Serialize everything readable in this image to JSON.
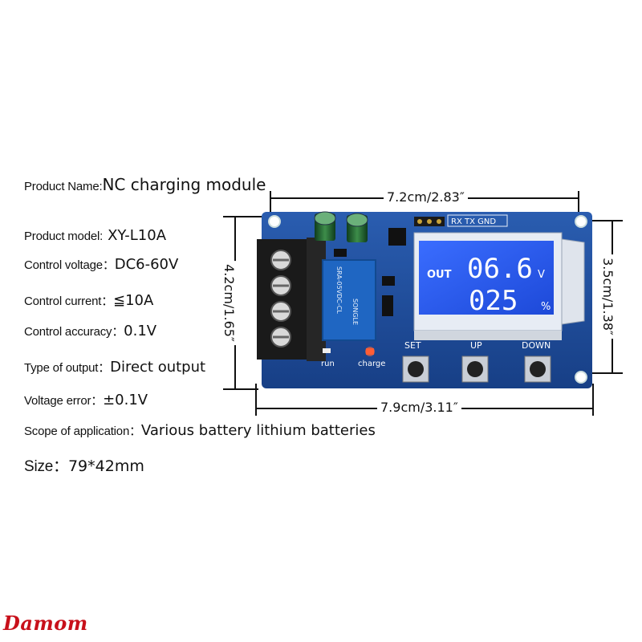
{
  "specs": [
    {
      "label": "Product Name:",
      "value": "NC charging module"
    },
    {
      "label": "Product model:",
      "value": "XY-L10A"
    },
    {
      "label": "Control voltage：",
      "value": "DC6-60V"
    },
    {
      "label": "Control current：",
      "value": "≦10A"
    },
    {
      "label": "Control accuracy：",
      "value": "0.1V"
    },
    {
      "label": "Type of output：",
      "value": "Direct output"
    },
    {
      "label": "Voltage error：",
      "value": "±0.1V"
    },
    {
      "label": "Scope of application：",
      "value": "Various battery lithium batteries"
    }
  ],
  "size": {
    "label": "Size：",
    "value": "79*42mm"
  },
  "dimensions": {
    "top": "7.2cm/2.83″",
    "bottom": "7.9cm/3.11″",
    "left": "4.2cm/1.65″",
    "right": "3.5cm/1.38″"
  },
  "board": {
    "header_label": "RX TX GND",
    "lcd_out": "OUT",
    "lcd_voltage": "06.6",
    "lcd_voltage_unit": "V",
    "lcd_percent": "025",
    "lcd_percent_unit": "%",
    "button_set": "SET",
    "button_up": "UP",
    "button_down": "DOWN",
    "led_run": "run",
    "led_charge": "charge",
    "relay_text_1": "SRA-05VDC-CL",
    "relay_text_2": "SONGLE"
  },
  "watermark": "Damom",
  "colors": {
    "board": "#1f4f9c",
    "lcd": "#2458e6",
    "terminal": "#1b1b1b",
    "watermark": "#c8101a"
  }
}
